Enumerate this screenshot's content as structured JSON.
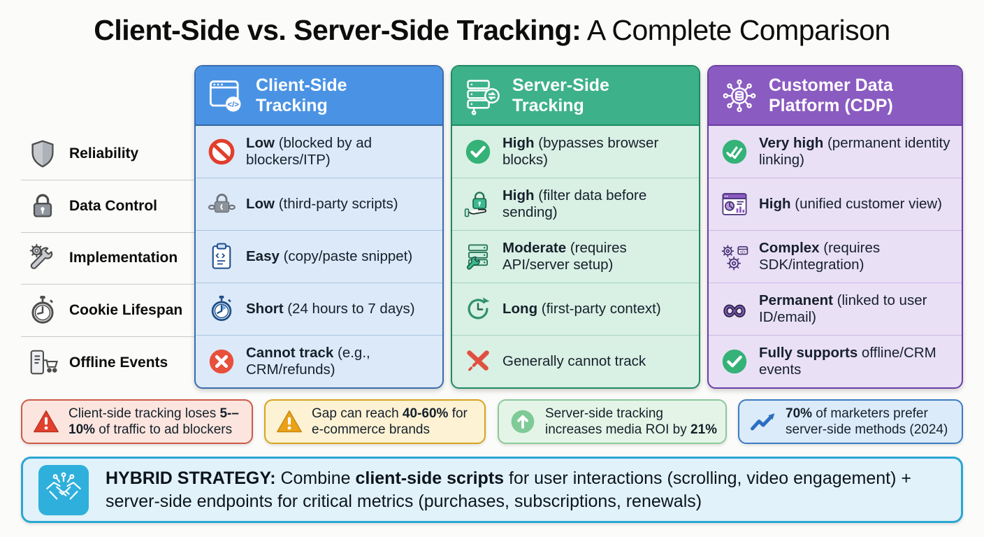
{
  "title": {
    "bold": "Client-Side vs. Server-Side Tracking:",
    "regular": " A Complete Comparison"
  },
  "columns": [
    {
      "label": "Client-Side Tracking",
      "icon": "browser-code-icon",
      "header_color": "#4a93e4",
      "body_color": "#dce9f8",
      "border_color": "#3a6cae"
    },
    {
      "label": "Server-Side Tracking",
      "icon": "server-sync-icon",
      "header_color": "#3db189",
      "body_color": "#d9f0e4",
      "border_color": "#1d8a63"
    },
    {
      "label": "Customer Data Platform (CDP)",
      "icon": "cdp-network-icon",
      "header_color": "#8a5bc0",
      "body_color": "#e9e0f6",
      "border_color": "#6b3fa6"
    }
  ],
  "rows": [
    {
      "label": "Reliability",
      "icon": "shield-icon"
    },
    {
      "label": "Data Control",
      "icon": "padlock-icon"
    },
    {
      "label": "Implementation",
      "icon": "tools-icon"
    },
    {
      "label": "Cookie Lifespan",
      "icon": "stopwatch-icon"
    },
    {
      "label": "Offline Events",
      "icon": "phone-cart-icon"
    }
  ],
  "cells": {
    "client": [
      {
        "icon": "no-entry-icon",
        "bold": "Low",
        "rest": " (blocked by ad blockers/ITP)"
      },
      {
        "icon": "chained-lock-icon",
        "bold": "Low",
        "rest": " (third-party scripts)"
      },
      {
        "icon": "clipboard-code-icon",
        "bold": "Easy",
        "rest": " (copy/paste snippet)"
      },
      {
        "icon": "stopwatch-blue-icon",
        "bold": "Short",
        "rest": " (24 hours to 7 days)"
      },
      {
        "icon": "x-circle-icon",
        "bold": "Cannot track",
        "rest": " (e.g., CRM/refunds)"
      }
    ],
    "server": [
      {
        "icon": "check-circle-icon",
        "bold": "High",
        "rest": " (bypasses browser blocks)"
      },
      {
        "icon": "lock-hand-icon",
        "bold": "High",
        "rest": " (filter data before sending)"
      },
      {
        "icon": "server-wrench-icon",
        "bold": "Moderate",
        "rest": " (requires API/server setup)"
      },
      {
        "icon": "clock-refresh-icon",
        "bold": "Long",
        "rest": " (first-party context)"
      },
      {
        "icon": "x-mark-icon",
        "bold": "",
        "rest": "Generally cannot track"
      }
    ],
    "cdp": [
      {
        "icon": "double-check-circle-icon",
        "bold": "Very high",
        "rest": " (permanent identity linking)"
      },
      {
        "icon": "dashboard-icon",
        "bold": "High",
        "rest": " (unified customer view)"
      },
      {
        "icon": "gears-sdk-icon",
        "bold": "Complex",
        "rest": " (requires SDK/integration)"
      },
      {
        "icon": "infinity-icon",
        "bold": "Permanent",
        "rest": " (linked to user ID/email)"
      },
      {
        "icon": "check-circle-icon",
        "bold": "Fully supports",
        "rest": " offline/CRM events"
      }
    ]
  },
  "stats": [
    {
      "icon": "warning-triangle-icon",
      "theme": "red",
      "accent": "#cd5a49",
      "pre": "Client-side tracking loses ",
      "bold": "5-–10%",
      "post": " of traffic to ad blockers"
    },
    {
      "icon": "warning-triangle-icon",
      "theme": "amber",
      "accent": "#d8a41f",
      "pre": "Gap can reach ",
      "bold": "40-60%",
      "post": " for e-commerce brands"
    },
    {
      "icon": "up-arrow-circle-icon",
      "theme": "green",
      "accent": "#8cc99b",
      "pre": "Server-side tracking increases media ROI by ",
      "bold": "21%",
      "post": ""
    },
    {
      "icon": "trend-up-icon",
      "theme": "blue",
      "accent": "#3d7cc1",
      "pre": "",
      "bold": "70%",
      "post": " of marketers prefer server-side methods (2024)"
    }
  ],
  "hybrid": {
    "icon": "handshake-icon",
    "accent": "#2aa6d2",
    "icon_bg": "#2fb0dc",
    "bold1": "HYBRID STRATEGY:",
    "text1": " Combine ",
    "bold2": "client-side scripts",
    "text2": " for user interactions (scrolling, video engagement) + server-side endpoints for critical metrics (purchases, subscriptions, renewals)"
  }
}
